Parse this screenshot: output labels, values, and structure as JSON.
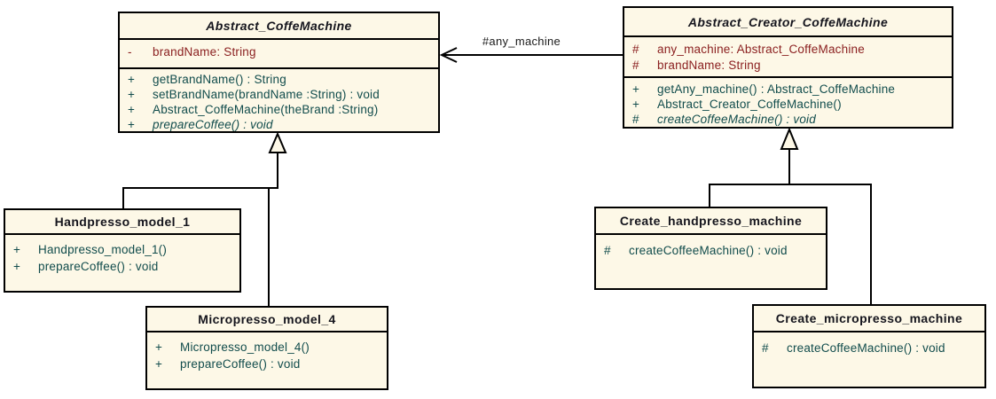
{
  "diagram_type": "uml-class-diagram",
  "colors": {
    "box_fill": "#FDF8E7",
    "border": "#000000",
    "title_text": "#15151D",
    "attribute_text": "#8B2020",
    "method_text": "#114C4C",
    "background": "#FFFFFF"
  },
  "association": {
    "label": "#any_machine"
  },
  "classes": {
    "abstract_coffemachine": {
      "title": "Abstract_CoffeMachine",
      "abstract": true,
      "attributes": [
        {
          "vis": "-",
          "text": "brandName: String"
        }
      ],
      "methods": [
        {
          "vis": "+",
          "text": "getBrandName() : String"
        },
        {
          "vis": "+",
          "text": "setBrandName(brandName :String) : void"
        },
        {
          "vis": "+",
          "text": "Abstract_CoffeMachine(theBrand :String)"
        },
        {
          "vis": "+",
          "text": "prepareCoffee() : void"
        }
      ]
    },
    "abstract_creator_coffemachine": {
      "title": "Abstract_Creator_CoffeMachine",
      "abstract": true,
      "attributes": [
        {
          "vis": "#",
          "text": "any_machine: Abstract_CoffeMachine"
        },
        {
          "vis": "#",
          "text": "brandName: String"
        }
      ],
      "methods": [
        {
          "vis": "+",
          "text": "getAny_machine() : Abstract_CoffeMachine"
        },
        {
          "vis": "+",
          "text": "Abstract_Creator_CoffeMachine()"
        },
        {
          "vis": "#",
          "text": "createCoffeeMachine() : void"
        }
      ]
    },
    "handpresso_model_1": {
      "title": "Handpresso_model_1",
      "abstract": false,
      "methods": [
        {
          "vis": "+",
          "text": "Handpresso_model_1()"
        },
        {
          "vis": "+",
          "text": "prepareCoffee() : void"
        }
      ]
    },
    "micropresso_model_4": {
      "title": "Micropresso_model_4",
      "abstract": false,
      "methods": [
        {
          "vis": "+",
          "text": "Micropresso_model_4()"
        },
        {
          "vis": "+",
          "text": "prepareCoffee() : void"
        }
      ]
    },
    "create_handpresso_machine": {
      "title": "Create_handpresso_machine",
      "abstract": false,
      "methods": [
        {
          "vis": "#",
          "text": "createCoffeeMachine() : void"
        }
      ]
    },
    "create_micropresso_machine": {
      "title": "Create_micropresso_machine",
      "abstract": false,
      "methods": [
        {
          "vis": "#",
          "text": "createCoffeeMachine() : void"
        }
      ]
    }
  },
  "relationships": [
    {
      "type": "generalization",
      "from": "Handpresso_model_1",
      "to": "Abstract_CoffeMachine"
    },
    {
      "type": "generalization",
      "from": "Micropresso_model_4",
      "to": "Abstract_CoffeMachine"
    },
    {
      "type": "generalization",
      "from": "Create_handpresso_machine",
      "to": "Abstract_Creator_CoffeMachine"
    },
    {
      "type": "generalization",
      "from": "Create_micropresso_machine",
      "to": "Abstract_Creator_CoffeMachine"
    },
    {
      "type": "association",
      "from": "Abstract_Creator_CoffeMachine",
      "to": "Abstract_CoffeMachine",
      "label": "#any_machine"
    }
  ]
}
